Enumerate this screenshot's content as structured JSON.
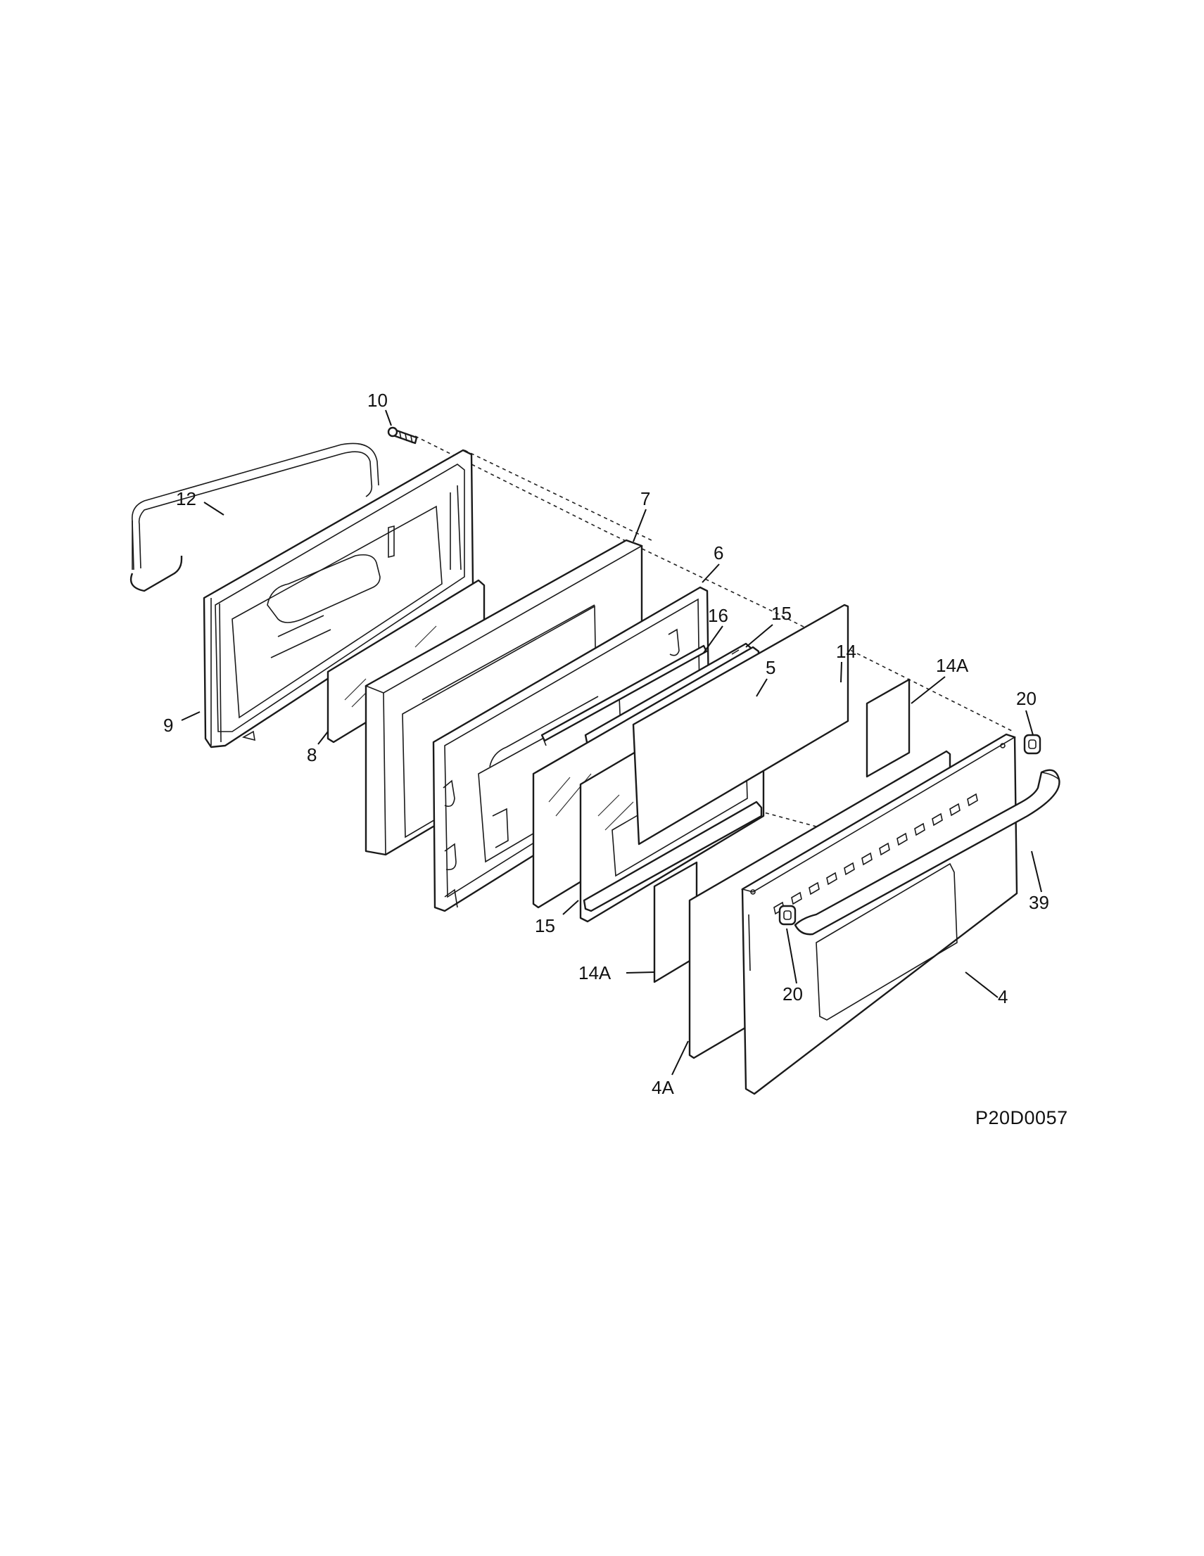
{
  "diagram": {
    "code": "P20D0057",
    "callouts": {
      "c10": "10",
      "c12": "12",
      "c9": "9",
      "c8": "8",
      "c7": "7",
      "c6": "6",
      "c16": "16",
      "c15_top": "15",
      "c5": "5",
      "c14": "14",
      "c14A_top": "14A",
      "c20_top": "20",
      "c39": "39",
      "c15_bottom": "15",
      "c14A_bottom": "14A",
      "c20_bottom": "20",
      "c4": "4",
      "c4A": "4A"
    }
  },
  "colors": {
    "ink": "#1a1a1a",
    "paper": "#ffffff"
  }
}
